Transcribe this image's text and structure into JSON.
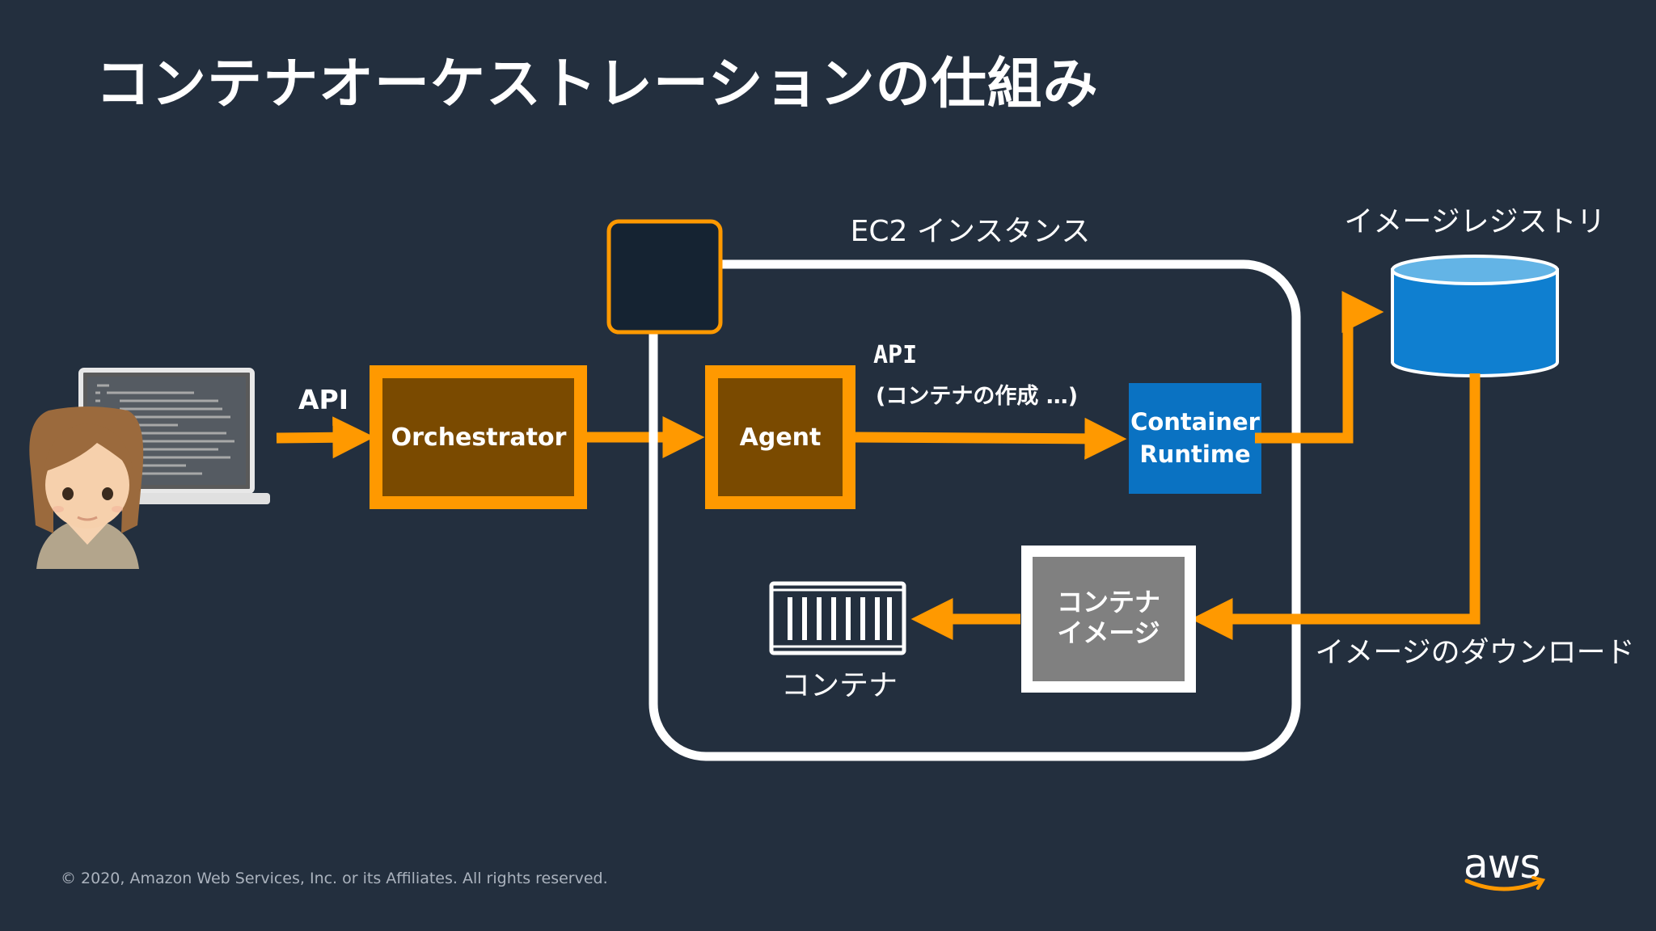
{
  "slide": {
    "title": "コンテナオーケストレーションの仕組み",
    "footer": "© 2020, Amazon Web Services, Inc. or its Affiliates. All rights reserved.",
    "logo_text": "aws"
  },
  "diagram": {
    "api_label_left": "API",
    "orchestrator_label": "Orchestrator",
    "agent_label": "Agent",
    "ec2_label": "EC2 インスタンス",
    "api_label_inner": "API",
    "api_sub_label": "(コンテナの作成 …)",
    "container_runtime_line1": "Container",
    "container_runtime_line2": "Runtime",
    "registry_label": "イメージレジストリ",
    "container_image_line1": "コンテナ",
    "container_image_line2": "イメージ",
    "container_label": "コンテナ",
    "download_label": "イメージのダウンロード"
  },
  "colors": {
    "background": "#232f3e",
    "accent_orange": "#ff9900",
    "box_brown": "#7a4a00",
    "runtime_blue": "#0a72c2",
    "registry_blue": "#0f7fd0",
    "image_gray": "#808080",
    "ec2_chip_fill": "#152332"
  },
  "icons": [
    "user-avatar-icon",
    "laptop-icon",
    "ec2-chip-icon",
    "database-icon",
    "container-icon",
    "aws-logo"
  ]
}
